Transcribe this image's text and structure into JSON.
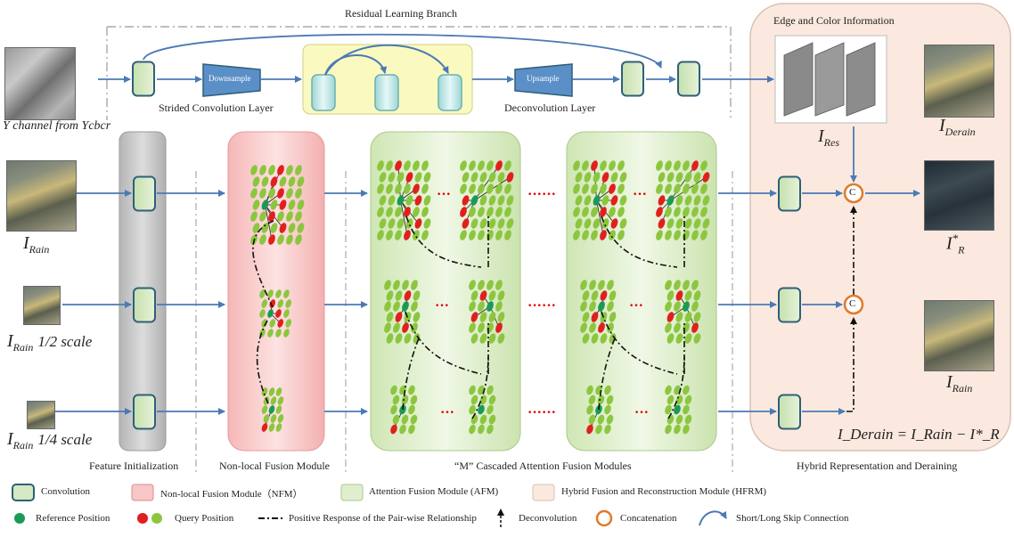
{
  "labels": {
    "residual_branch": "Residual Learning Branch",
    "edge_color": "Edge and Color Information",
    "strided_conv": "Strided Convolution Layer",
    "deconv_layer": "Deconvolution Layer",
    "downsample": "Downsample",
    "upsample": "Upsample",
    "y_channel": "Y channel from Ycbcr",
    "feature_init": "Feature Initialization",
    "nonlocal_fusion": "Non-local Fusion Module",
    "cascaded": "“M” Cascaded Attention Fusion Modules",
    "hybrid": "Hybrid Representation and Deraining",
    "dots_short": "···",
    "dots_long": "······",
    "concat_symbol": "C"
  },
  "math": {
    "i_rain_base": "I",
    "i_rain_sub": "Rain",
    "half_scale": "1/2 scale",
    "quarter_scale": "1/4 scale",
    "i_res_sub": "Res",
    "i_derain_sub": "Derain",
    "i_r_star": "*",
    "i_r_sub": "R",
    "equation": "I_Derain = I_Rain − I*_R"
  },
  "legend": {
    "convolution": "Convolution",
    "nfm": "Non-local Fusion Module（NFM）",
    "afm": "Attention Fusion Module (AFM)",
    "hfrm": "Hybrid Fusion and Reconstruction Module (HFRM)",
    "reference": "Reference Position",
    "query": "Query Position",
    "positive": "Positive Response of the Pair-wise Relationship",
    "deconvolution": "Deconvolution",
    "concatenation": "Concatenation",
    "skip": "Short/Long Skip Connection"
  },
  "colors": {
    "conv_fill": "#d5e8c4",
    "conv_stroke": "#2f5f7a",
    "arrow": "#4a7ab5",
    "nfm_fill": "#f7c7c7",
    "afm_fill": "#dfefcd",
    "hfrm_fill": "#fbe9df",
    "feat_fill": "#c4c4c4",
    "query_green": "#8cc63f",
    "query_red": "#e0201e",
    "reference": "#1a9a55",
    "concat": "#e07a2a",
    "sample_block": "#5b8fc7",
    "yellow_box": "#fafac0"
  }
}
